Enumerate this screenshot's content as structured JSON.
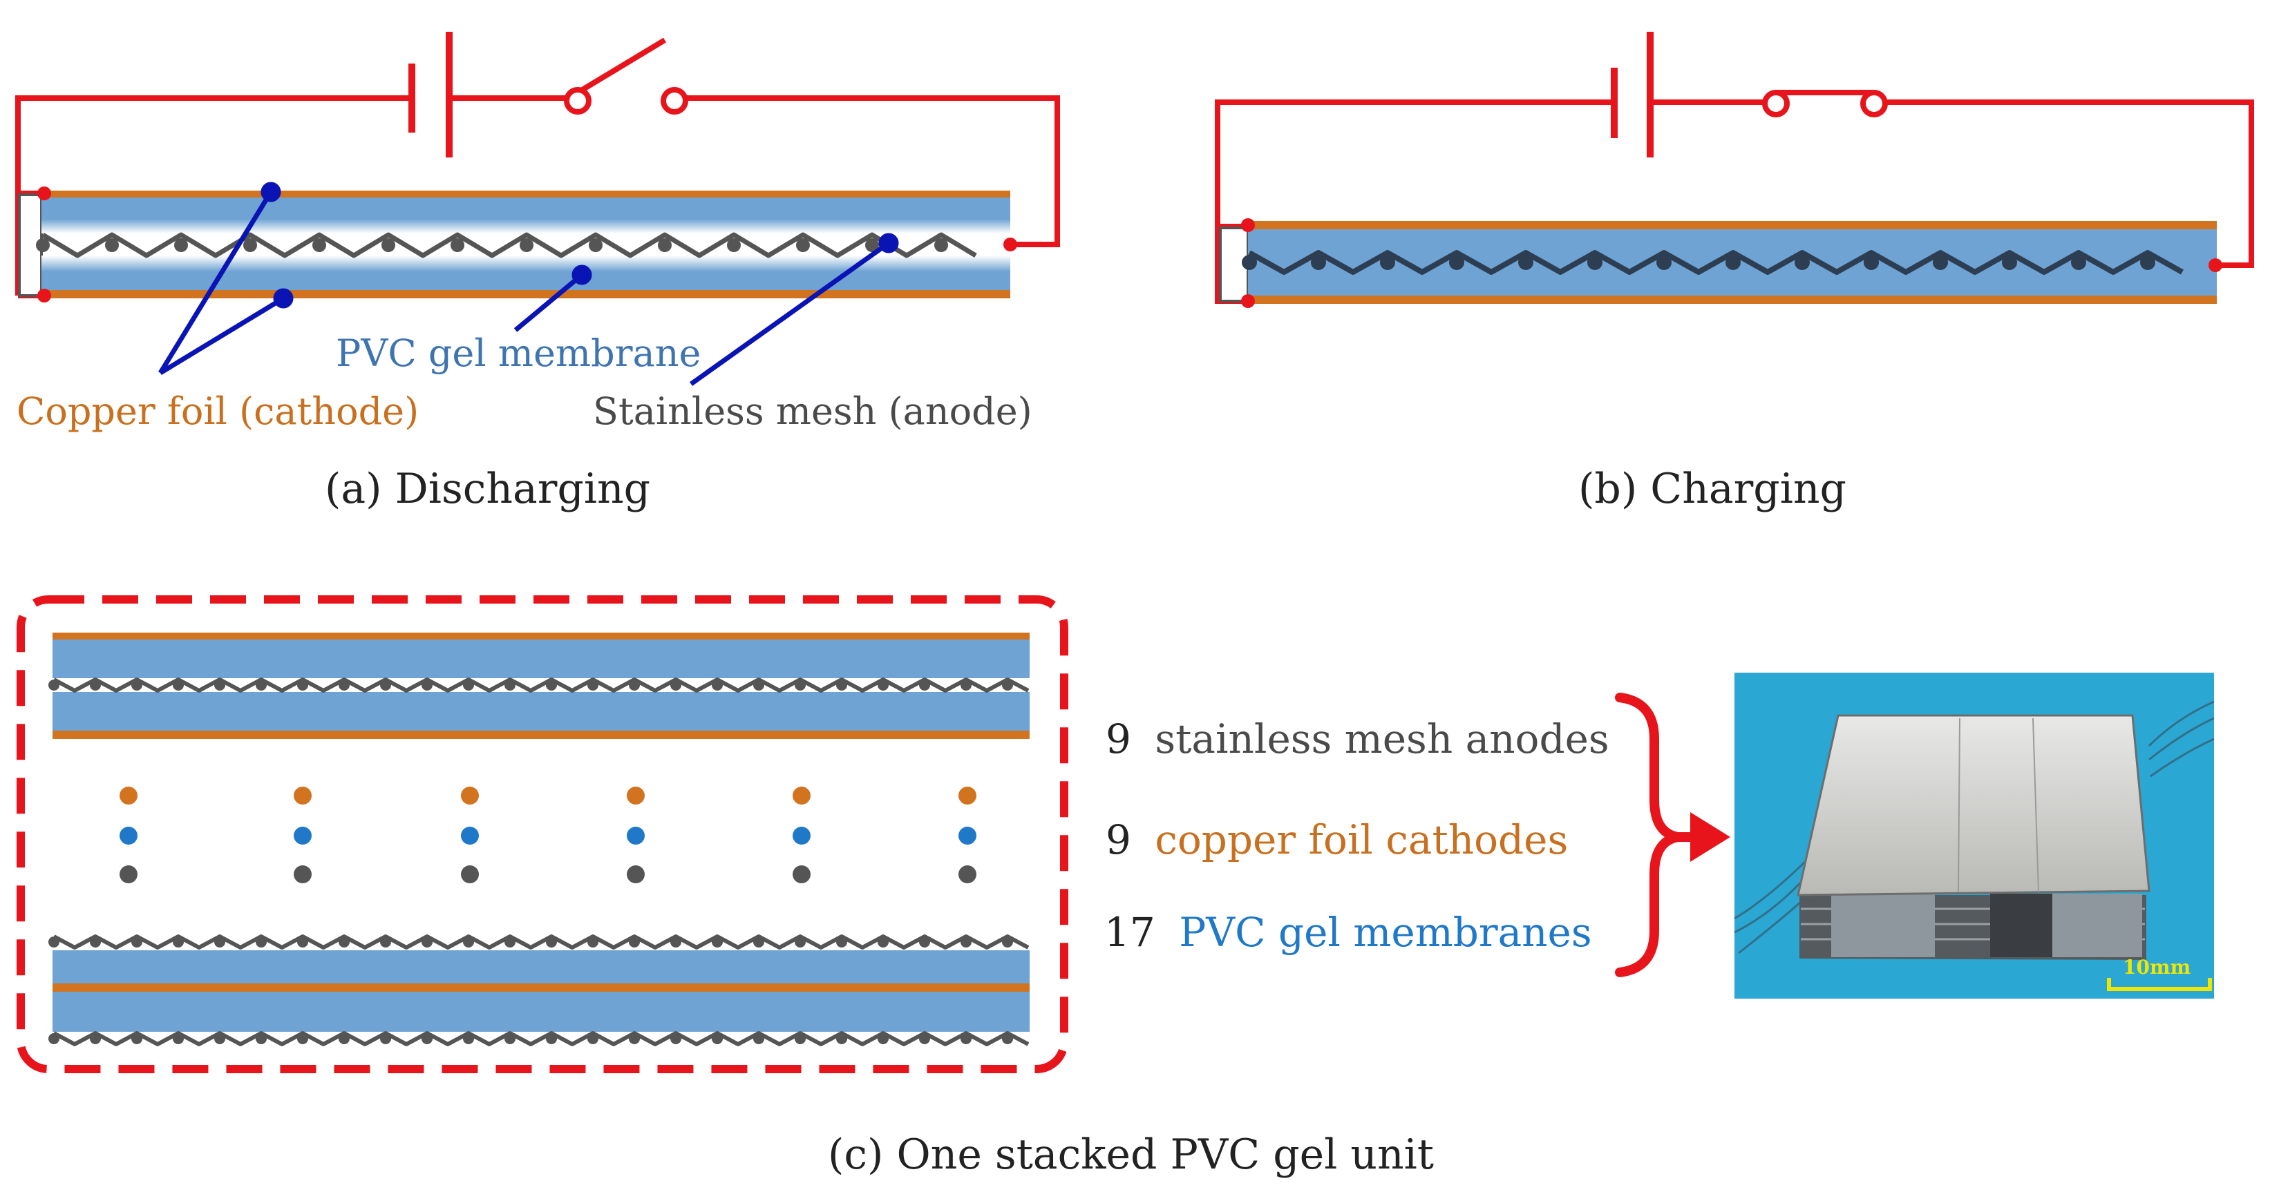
{
  "colors": {
    "wire": "#e8141b",
    "copper": "#d2731f",
    "gel": "#6ea3d3",
    "gel_light": "#ffffff",
    "mesh": "#555555",
    "pointer": "#0a14b4",
    "pvc_text": "#3e74b0",
    "copper_text": "#c8701f",
    "mesh_text": "#4a4a4a",
    "dot_blue": "#1f78c8",
    "photo_bg": "#2aa7d2",
    "scale_bar": "#f2e600"
  },
  "panel_a": {
    "labels": {
      "copper": "Copper foil (cathode)",
      "pvc": "PVC gel membrane",
      "mesh": "Stainless mesh (anode)"
    },
    "caption": "(a) Discharging",
    "switch_state": "open"
  },
  "panel_b": {
    "caption": "(b) Charging",
    "switch_state": "closed"
  },
  "panel_c": {
    "counts": [
      {
        "number": "9",
        "text": "stainless mesh anodes",
        "color_key": "mesh_text"
      },
      {
        "number": "9",
        "text": "copper foil cathodes",
        "color_key": "copper_text"
      },
      {
        "number": "17",
        "text": "PVC gel membranes",
        "color_key": "pvc_text"
      }
    ],
    "scale_label": "10mm",
    "caption": "(c) One stacked PVC gel unit"
  },
  "icons": {
    "battery": "battery-icon",
    "switch": "switch-icon",
    "arrow": "arrow-right-icon",
    "brace": "right-brace-icon"
  }
}
